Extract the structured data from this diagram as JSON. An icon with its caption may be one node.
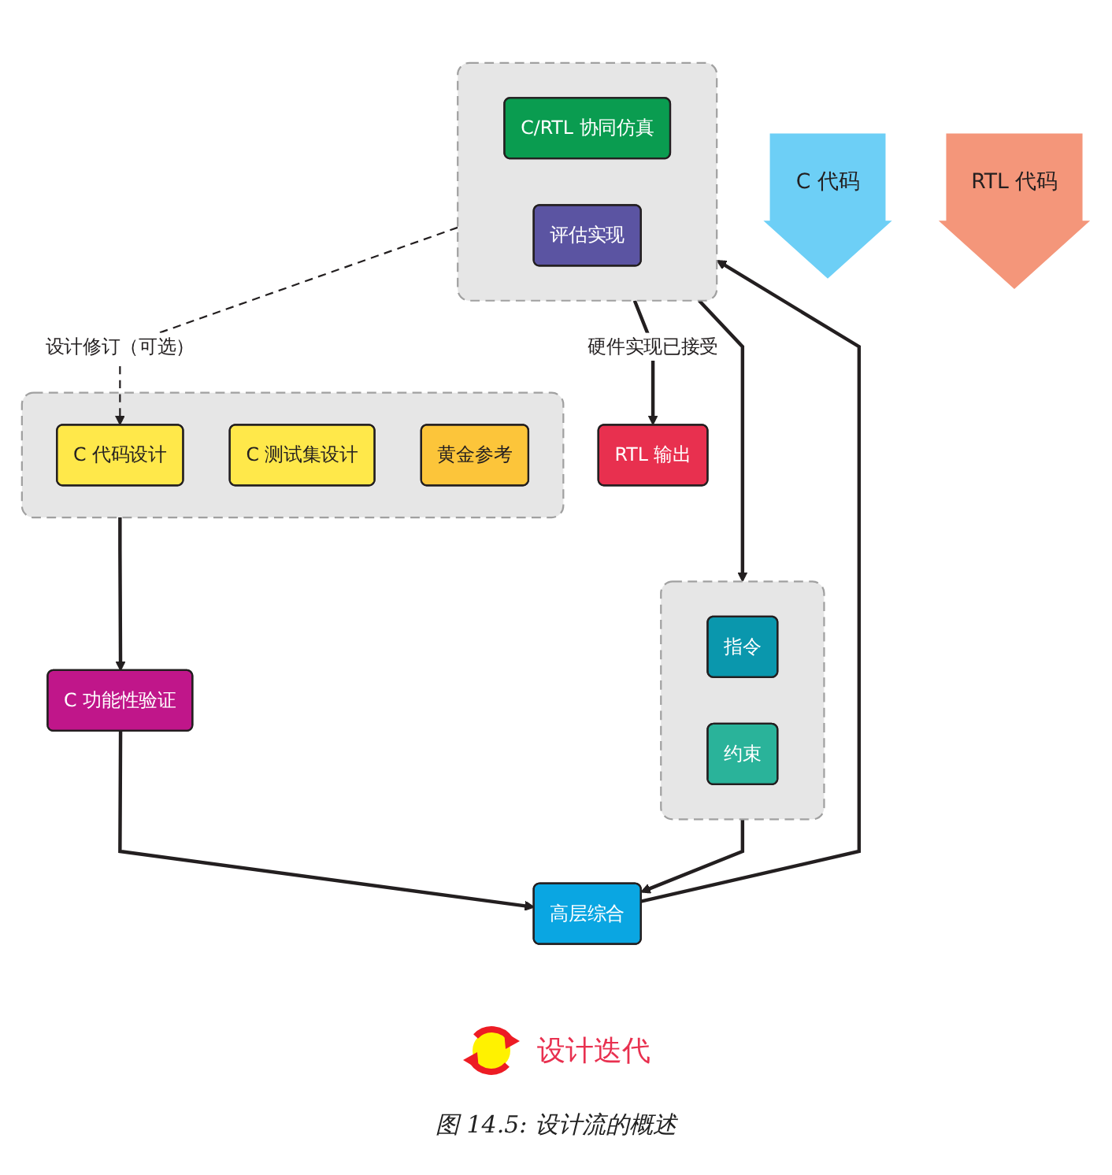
{
  "diagram": {
    "caption": "图 14.5: 设计流的概述",
    "nodes": [
      {
        "text": [
          "C 代码"
        ]
      },
      {
        "text": [],
        "shape": "box"
      },
      {
        "text": [
          "C 代码设计"
        ],
        "in": 1
      },
      {
        "text": [
          "C 测试集设计"
        ],
        "in": 1
      },
      {
        "text": [
          "黄金参考"
        ],
        "in": 1
      },
      {
        "text": [
          "C 功能性验证"
        ]
      },
      {
        "text": [],
        "shape": "box"
      },
      {
        "text": [
          "指令"
        ],
        "in": 6
      },
      {
        "text": [
          "约束"
        ],
        "in": 6
      },
      {
        "text": [
          "高层综合"
        ]
      },
      {
        "text": [
          "RTL 代码"
        ]
      },
      {
        "text": [],
        "shape": "box"
      },
      {
        "text": [
          "C/RTL 协同仿真"
        ],
        "in": 11
      },
      {
        "text": [
          "评估实现"
        ],
        "in": 11
      },
      {
        "text": [
          "RTL 输出"
        ]
      }
    ],
    "edges": [
      {
        "from": 11,
        "to": 2,
        "arrow": "to",
        "style": "dashed",
        "label": "设计修订（可选）"
      },
      {
        "from": 1,
        "to": 5,
        "arrow": "to"
      },
      {
        "from": 5,
        "to": 9,
        "arrow": "to"
      },
      {
        "from": 6,
        "to": 9,
        "arrow": "to"
      },
      {
        "from": 9,
        "to": 11,
        "arrow": "to"
      },
      {
        "from": 11,
        "to": 6,
        "arrow": "to"
      },
      {
        "from": 11,
        "to": 14,
        "arrow": "to",
        "label": "硬件实现已接受"
      }
    ],
    "labels": [
      "设计迭代"
    ]
  }
}
